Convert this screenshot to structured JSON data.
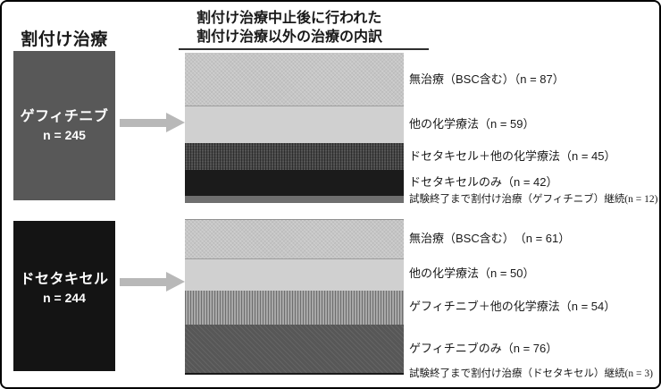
{
  "left_header": "割付け治療",
  "center_header": {
    "line1": "割付け治療中止後に行われた",
    "line2": "割付け治療以外の治療の内訳"
  },
  "colors": {
    "gefitinib_box": "#585858",
    "docetaxel_box": "#141414",
    "arrow": "#b8b8b8",
    "border": "#000000",
    "light_segment": "#c5c5c5",
    "black_segment": "#1b1b1b"
  },
  "groups": [
    {
      "box": {
        "name": "ゲフィチニブ",
        "n_label": "n = 245"
      },
      "segments": [
        {
          "label": "無治療（BSC含む）（n = 87）",
          "n": 87,
          "fill": "light-dotted",
          "small": false
        },
        {
          "label": "他の化学療法（n = 59）",
          "n": 59,
          "fill": "light-plain",
          "small": false
        },
        {
          "label": "ドセタキセル＋他の化学療法（n = 45）",
          "n": 45,
          "fill": "dark-checker",
          "small": false
        },
        {
          "label": "ドセタキセルのみ（n = 42）",
          "n": 42,
          "fill": "black",
          "small": false
        },
        {
          "label": "試験終了まで割付け治療（ゲフィチニブ）継続(n = 12)",
          "n": 12,
          "fill": "mid-gray",
          "small": true
        }
      ]
    },
    {
      "box": {
        "name": "ドセタキセル",
        "n_label": "n = 244"
      },
      "segments": [
        {
          "label": "無治療（BSC含む）　（n = 61）",
          "n": 61,
          "fill": "light-dotted",
          "small": false
        },
        {
          "label": "他の化学療法（n = 50）",
          "n": 50,
          "fill": "light-plain",
          "small": false
        },
        {
          "label": "ゲフィチニブ＋他の化学療法（n = 54）",
          "n": 54,
          "fill": "stripes",
          "small": false
        },
        {
          "label": "ゲフィチニブのみ（n = 76）",
          "n": 76,
          "fill": "dark-dotted",
          "small": false
        },
        {
          "label": "試験終了まで割付け治療（ドセタキセル）継続(n = 3)",
          "n": 3,
          "fill": "black-thin",
          "small": true
        }
      ]
    }
  ],
  "chart_data": [
    {
      "type": "bar",
      "stacked": true,
      "title": "ゲフィチニブ n = 245",
      "categories": [
        "無治療（BSC含む）",
        "他の化学療法",
        "ドセタキセル＋他の化学療法",
        "ドセタキセルのみ",
        "試験終了まで割付け治療（ゲフィチニブ）継続"
      ],
      "values": [
        87,
        59,
        45,
        42,
        12
      ]
    },
    {
      "type": "bar",
      "stacked": true,
      "title": "ドセタキセル n = 244",
      "categories": [
        "無治療（BSC含む）",
        "他の化学療法",
        "ゲフィチニブ＋他の化学療法",
        "ゲフィチニブのみ",
        "試験終了まで割付け治療（ドセタキセル）継続"
      ],
      "values": [
        61,
        50,
        54,
        76,
        3
      ]
    }
  ]
}
